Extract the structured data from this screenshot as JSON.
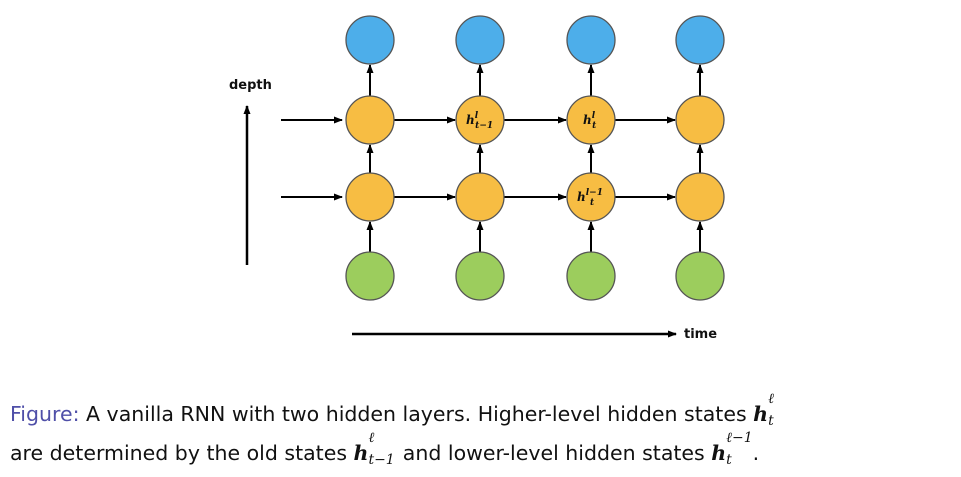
{
  "diagram": {
    "axis_vertical_label": "depth",
    "axis_horizontal_label": "time",
    "colors": {
      "output": "#4daeea",
      "hidden": "#f7bd43",
      "input": "#9ccd5d",
      "stroke": "#555555",
      "arrow": "#000000"
    },
    "node_labels": {
      "h_prev_upper": {
        "base": "h",
        "sup": "l",
        "sub": "t−1"
      },
      "h_curr_upper": {
        "base": "h",
        "sup": "l",
        "sub": "t"
      },
      "h_curr_lower": {
        "base": "h",
        "sup": "l−1",
        "sub": "t"
      }
    }
  },
  "caption": {
    "figure_prefix": "Figure:",
    "text_1": " A vanilla RNN with two hidden layers. Higher-level hidden states ",
    "var_1": {
      "base": "h",
      "sup": "ℓ",
      "sub": "t"
    },
    "text_2": "are determined by the old states ",
    "var_2": {
      "base": "h",
      "sup": "ℓ",
      "sub": "t−1"
    },
    "text_3": " and lower-level hidden states ",
    "var_3": {
      "base": "h",
      "sup": "ℓ−1",
      "sub": "t"
    },
    "text_4": "."
  }
}
